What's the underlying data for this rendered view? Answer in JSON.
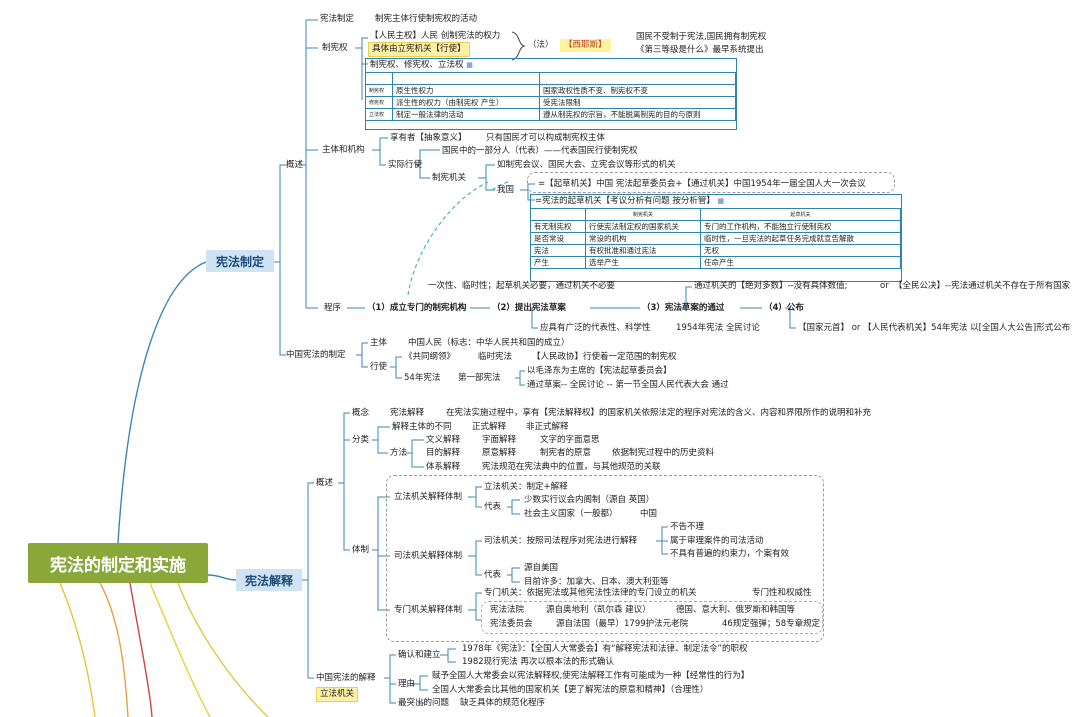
{
  "root": "宪法的制定和实施",
  "s1": {
    "title": "宪法制定",
    "gaishu": "概述",
    "zhixianquan": "制宪权",
    "zhixianquan_def_label": "宪法制定",
    "zhixianquan_def": "制宪主体行使制宪权的活动",
    "renmin": "【人民主权】人民 创制宪法的权力",
    "jiti": "具体由立宪机关【行使】",
    "fa": "（法）",
    "xieyesi": "【西耶斯】",
    "guomin1": "国民不受制于宪法,国民拥有制宪权",
    "guomin2": "《第三等级是什么》最早系统提出",
    "quan3": "制宪权、修宪权、立法权",
    "table": {
      "rows": [
        {
          "k": "制宪权",
          "a": "原生性权力",
          "b": "国家政权性质不变、制宪权不变"
        },
        {
          "k": "修宪权",
          "a": "派生性的权力（由制宪权 产生）",
          "b": "受宪法限制"
        },
        {
          "k": "立法权",
          "a": "制定一般法律的活动",
          "b": "遵从制宪权的宗旨，不能脱离制宪的目的与原则"
        }
      ]
    },
    "zhuti": "主体和机构",
    "xiangyou": "享有者【抽象意义】",
    "xiangyou_d": "只有国民才可以构成制宪权主体",
    "shiji": "实际行使",
    "guomin_part": "国民中的一部分人（代表）——代表国民行使制宪权",
    "jigou": "制宪机关",
    "jigou_d": "如制宪会议、国民大会、立宪会议等形式的机关",
    "woguo": "我国",
    "woguo_d": "=【起草机关】中国 宪法起草委员会+【通过机关】中国1954年一届全国人大一次会议",
    "qicao_title": "=宪法的起草机关【考议分析有问题 按分析管】",
    "t2_head": [
      "",
      "制宪机关",
      "起草机关"
    ],
    "t2": [
      [
        "有无制宪权",
        "行使宪法制定权的国家机关",
        "专门的工作机构，不能独立行使制宪权"
      ],
      [
        "是否常设",
        "常设的机构",
        "临时性，一旦宪法的起草任务完成就宣告解散"
      ],
      [
        "宪法",
        "有权批准和通过宪法",
        "无权"
      ],
      [
        "产生",
        "选举产生",
        "任命产生"
      ]
    ],
    "yici": "一次性、临时性；起草机关必要，通过机关不必要",
    "chengxu": "程序",
    "c1": "（1）成立专门的制宪机构",
    "c2": "（2）提出宪法草案",
    "c3": "（3）宪法草案的通过",
    "c4": "（4）公布",
    "tongguo1": "通过机关的【绝对多数】--没有具体数值;",
    "or1": "or",
    "quanmin": "【全民公决】--宪法通过机关不存在于所有国家",
    "juyou": "应具有广泛的代表性、科学性",
    "nian54": "1954年宪法 全民讨论",
    "gongbu": "【国家元首】 or 【人民代表机关】54年宪法 以[全国人大公告]形式公布",
    "zhongguo": "中国宪法的制定",
    "zt": "主体",
    "zt_d": "中国人民（标志：中华人民共和国的成立）",
    "xs": "行使",
    "gongtong": "《共同纲领》",
    "linshi": "临时宪法",
    "rmzx": "【人民政协】行使着一定范围的制宪权",
    "x54": "54年宪法",
    "diyi": "第一部宪法",
    "maozhuxi": "以毛泽东为主席的【宪法起草委员会】",
    "tongguo_c": "通过草案-- 全民讨论 -- 第一节全国人民代表大会 通过"
  },
  "s2": {
    "title": "宪法解释",
    "gaishu": "概述",
    "gainian": "概念",
    "jieshi": "宪法解释",
    "jieshi_d": "在宪法实施过程中，享有【宪法解释权】的国家机关依照法定的程序对宪法的含义、内容和界限所作的说明和补充",
    "fenlei": "分类",
    "zhuti_bt": "解释主体的不同",
    "zhengshi": "正式解释",
    "feizhengshi": "非正式解释",
    "fangfa": "方法",
    "wenyi": "文义解释",
    "ziyi": "字面解释",
    "ziyi_d": "文字的字面意思",
    "mude": "目的解释",
    "yuanyi": "原意解释",
    "yuanyi_d": "制宪者的原意",
    "yuanyi_d2": "依据制宪过程中的历史资料",
    "tixi": "体系解释",
    "tixi_d": "宪法规范在宪法典中的位置，与其他规范的关联",
    "tizhi": "体制",
    "lifa_tz": "立法机关解释体制",
    "lifa_jg": "立法机关：制定+解释",
    "daibiao": "代表",
    "lifa_d1": "少数实行议会内阁制（源自 英国）",
    "lifa_d2": "社会主义国家（一般都）",
    "zhongguo": "中国",
    "sifa_tz": "司法机关解释体制",
    "sifa_jg": "司法机关：按照司法程序对宪法进行解释",
    "bugao": "不告不理",
    "shuyu": "属于审理案件的司法活动",
    "buju": "不具有普遍的约束力，个案有效",
    "sifa_d1": "源自美国",
    "sifa_d2": "目前许多：加拿大、日本、澳大利亚等",
    "zhuanmen_tz": "专门机关解释体制",
    "zhuanmen_jg": "专门机关：依据宪法或其他宪法性法律的专门设立的机关",
    "zhuanmen_d": "专门性和权威性",
    "xfft": "宪法法院",
    "xfft_d": "源自奥地利（凯尔森 建议）",
    "xfft_c": "德国、意大利、俄罗斯和韩国等",
    "xfwyh": "宪法委员会",
    "xfwyh_d": "源自法国（最早）1799护法元老院",
    "xfwyh_c": "46规定强弹；58专章规定",
    "zgjs": "中国宪法的解释",
    "lifajiguan": "立法机关",
    "queren": "确认和建立",
    "q1": "1978年《宪法》：【全国人大常委会】有“解释宪法和法律、制定法令”的职权",
    "q2": "1982现行宪法 再次以根本法的形式确认",
    "liyou": "理由",
    "l1": "赋予全国人大常委会以宪法解释权,使宪法解释工作有可能成为一种【经常性的行为】",
    "l2": "全国人大常委会比其他的国家机关【更了解宪法的原意和精神】（合理性）",
    "tuchu": "最突出的问题",
    "tuchu_d": "缺乏具体的规范化程序"
  },
  "colors": {
    "main": "#8aa83a",
    "topic": "#cfe3f3",
    "line": "#2d85a8",
    "dash": "#9a9a9a",
    "curve": "#4fb8a8",
    "highlight": "#fff59a"
  }
}
